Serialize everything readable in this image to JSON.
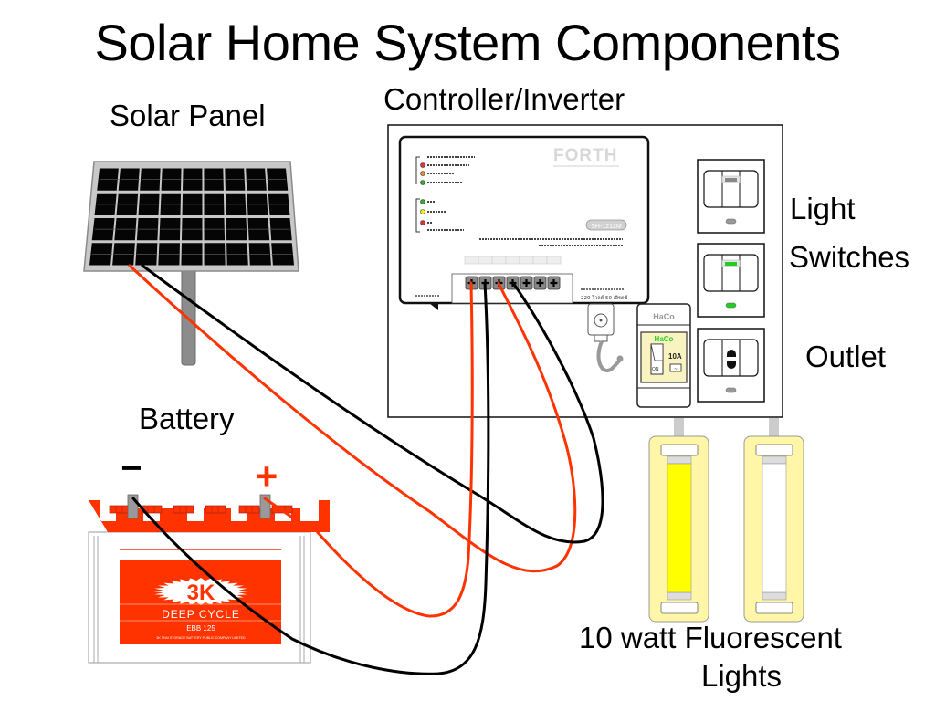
{
  "title": "Solar Home System Components",
  "labels": {
    "solar_panel": "Solar Panel",
    "controller": "Controller/Inverter",
    "battery": "Battery",
    "light": "Light",
    "switches": "Switches",
    "outlet": "Outlet",
    "fluorescent_line1": "10 watt Fluorescent",
    "fluorescent_line2": "Lights"
  },
  "controller_unit": {
    "brand": "FORTH",
    "model": "SH-1212M",
    "rating_text": "220 โวลต์ 50 เฮิรตซ์",
    "terminal_count": 7
  },
  "breaker": {
    "brand": "HaCo",
    "rating": "10A",
    "state": "ON"
  },
  "battery_unit": {
    "brand": "3K",
    "type": "DEEP CYCLE",
    "model": "EBB 125",
    "company": "3K THAI STORAGE BATTERY PUBLIC COMPANY LIMITED",
    "negative_symbol": "−",
    "positive_symbol": "+"
  },
  "wall_plates": [
    {
      "type": "light-switch",
      "indicator": "off"
    },
    {
      "type": "light-switch",
      "indicator": "on"
    },
    {
      "type": "outlet",
      "indicator": "off"
    }
  ],
  "lamps": [
    {
      "state": "on"
    },
    {
      "state": "off"
    }
  ],
  "colors": {
    "wire_positive": "#ff3300",
    "wire_negative": "#000000",
    "battery_red": "#ff3300",
    "lamp_on": "#ffff00",
    "lamp_frame": "#fff6a8",
    "indicator_on": "#22cc22"
  }
}
